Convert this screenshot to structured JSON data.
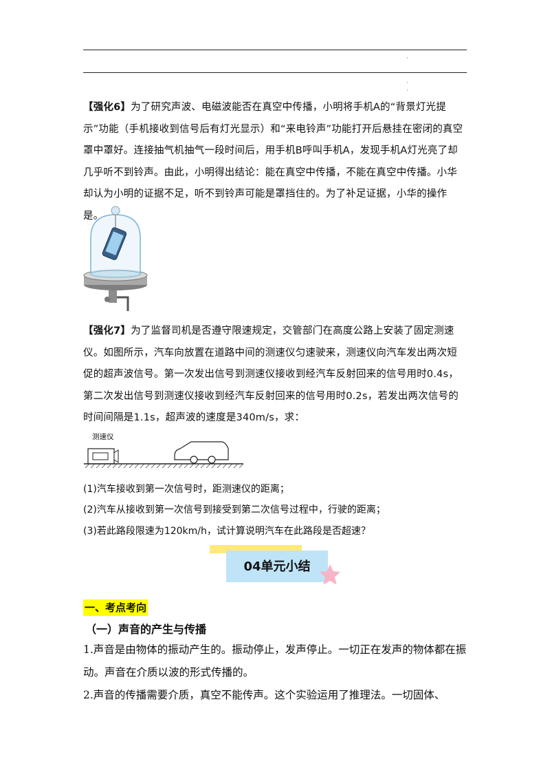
{
  "q6": {
    "tag": "【强化6】",
    "text": "为了研究声波、电磁波能否在真空中传播，小明将手机A的“背景灯光提示”功能（手机接收到信号后有灯光显示）和“来电铃声”功能打开后悬挂在密闭的真空罩中罩好。连接抽气机抽气一段时间后，用手机B呼叫手机A，发现手机A灯光亮了却几乎听不到铃声。由此，小明得出结论：能在真空中传播，不能在真空中传播。小华却认为小明的证据不足，听不到铃声可能是罩挡住的。为了补足证据，小华的操作是。"
  },
  "q7": {
    "tag": "【强化7】",
    "text": "为了监督司机是否遵守限速规定，交管部门在高度公路上安装了固定测速仪。如图所示，汽车向放置在道路中间的测速仪匀速驶来，测速仪向汽车发出两次短促的超声波信号。第一次发出信号到测速仪接收到经汽车反射回来的信号用时0.4s，第二次发出信号到测速仪接收到经汽车反射回来的信号用时0.2s，若发出两次信号的时间间隔是1.1s，超声波的速度是340m/s，求：",
    "figure_label": "测速仪",
    "items": [
      "(1)汽车接收到第一次信号时，距测速仪的距离；",
      "(2)汽车从接收到第一次信号到接受到第二次信号过程中，行驶的距离；",
      "(3)若此路段限速为120km/h，试计算说明汽车在此路段是否超速？"
    ]
  },
  "banner": {
    "title": "04单元小结"
  },
  "section": {
    "heading": "一、考点考向",
    "subheading": "（一）声音的产生与传播",
    "points": [
      "1.声音是由物体的振动产生的。振动停止，发声停止。一切正在发声的物体都在振动。声音在介质以波的形式传播的。",
      "2.声音的传播需要介质，真空不能传声。这个实验运用了推理法。一切固体、"
    ]
  }
}
